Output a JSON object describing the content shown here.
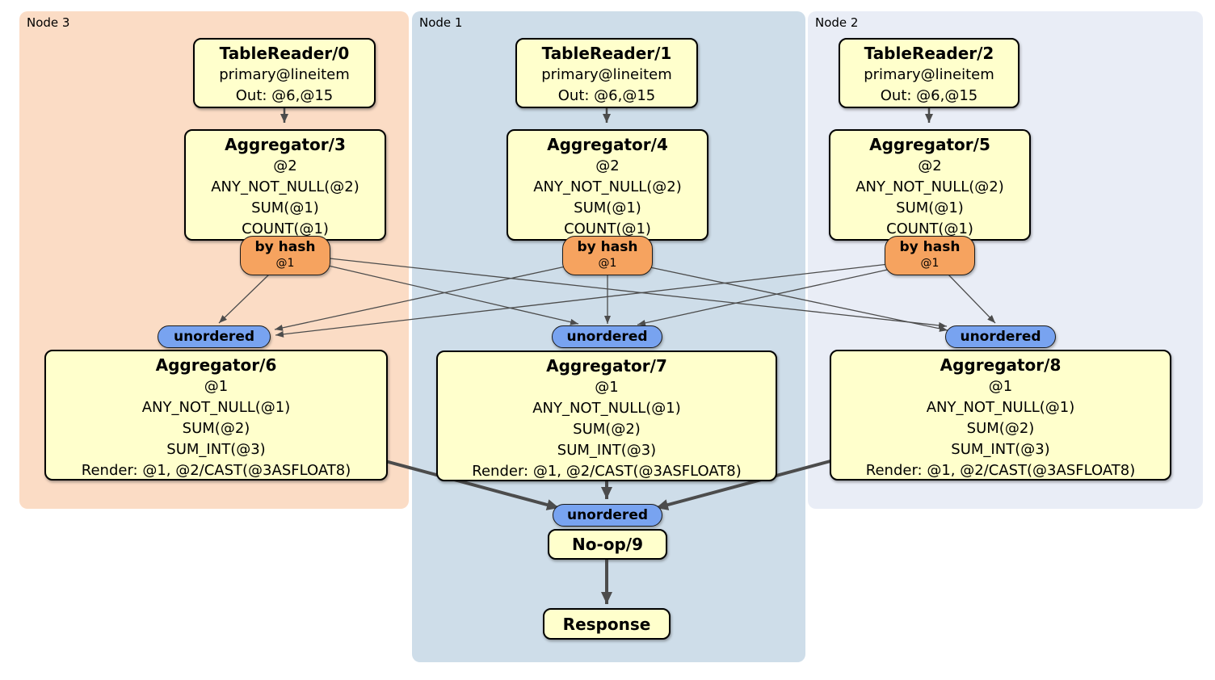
{
  "panels": {
    "node3": {
      "label": "Node 3"
    },
    "node1": {
      "label": "Node 1"
    },
    "node2": {
      "label": "Node 2"
    }
  },
  "processors": {
    "tr0": {
      "title": "TableReader/0",
      "lines": [
        "primary@lineitem",
        "Out: @6,@15"
      ]
    },
    "tr1": {
      "title": "TableReader/1",
      "lines": [
        "primary@lineitem",
        "Out: @6,@15"
      ]
    },
    "tr2": {
      "title": "TableReader/2",
      "lines": [
        "primary@lineitem",
        "Out: @6,@15"
      ]
    },
    "agg3": {
      "title": "Aggregator/3",
      "lines": [
        "@2",
        "ANY_NOT_NULL(@2)",
        "SUM(@1)",
        "COUNT(@1)"
      ]
    },
    "agg4": {
      "title": "Aggregator/4",
      "lines": [
        "@2",
        "ANY_NOT_NULL(@2)",
        "SUM(@1)",
        "COUNT(@1)"
      ]
    },
    "agg5": {
      "title": "Aggregator/5",
      "lines": [
        "@2",
        "ANY_NOT_NULL(@2)",
        "SUM(@1)",
        "COUNT(@1)"
      ]
    },
    "agg6": {
      "title": "Aggregator/6",
      "lines": [
        "@1",
        "ANY_NOT_NULL(@1)",
        "SUM(@2)",
        "SUM_INT(@3)",
        "Render: @1, @2/CAST(@3ASFLOAT8)"
      ]
    },
    "agg7": {
      "title": "Aggregator/7",
      "lines": [
        "@1",
        "ANY_NOT_NULL(@1)",
        "SUM(@2)",
        "SUM_INT(@3)",
        "Render: @1, @2/CAST(@3ASFLOAT8)"
      ]
    },
    "agg8": {
      "title": "Aggregator/8",
      "lines": [
        "@1",
        "ANY_NOT_NULL(@1)",
        "SUM(@2)",
        "SUM_INT(@3)",
        "Render: @1, @2/CAST(@3ASFLOAT8)"
      ]
    },
    "noop": {
      "title": "No-op/9"
    },
    "response": {
      "title": "Response"
    }
  },
  "routers": {
    "hash3": {
      "label": "by hash",
      "detail": "@1"
    },
    "hash4": {
      "label": "by hash",
      "detail": "@1"
    },
    "hash5": {
      "label": "by hash",
      "detail": "@1"
    }
  },
  "streams": {
    "in3": "unordered",
    "in1": "unordered",
    "in2": "unordered",
    "final": "unordered"
  },
  "colors": {
    "node3_bg": "#fbdcc5",
    "node1_bg": "#cedde9",
    "node2_bg": "#e9edf6",
    "processor_bg": "#ffffcc",
    "router_bg": "#f6a35f",
    "stream_bg": "#78a3f0",
    "edge": "#4c4c4c"
  }
}
